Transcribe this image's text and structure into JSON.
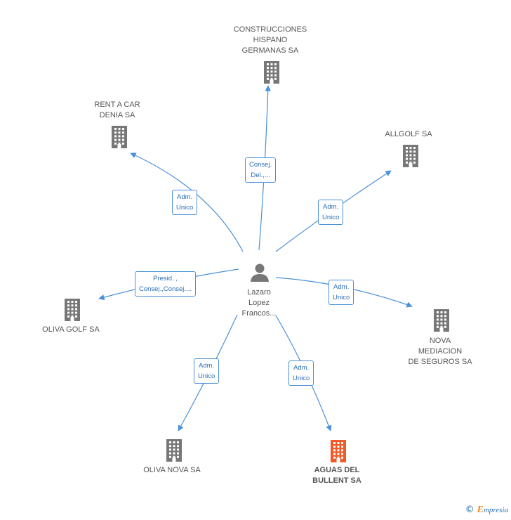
{
  "center": {
    "label": "Lazaro\nLopez\nFrancos..."
  },
  "companies": [
    {
      "key": "construcciones",
      "label": "CONSTRUCCIONES\nHISPANO\nGERMANAS SA",
      "highlight": false
    },
    {
      "key": "rent",
      "label": "RENT A CAR\nDENIA SA",
      "highlight": false
    },
    {
      "key": "allgolf",
      "label": "ALLGOLF SA",
      "highlight": false
    },
    {
      "key": "olivagolf",
      "label": "OLIVA GOLF SA",
      "highlight": false
    },
    {
      "key": "nova",
      "label": "NOVA\nMEDIACION\nDE SEGUROS SA",
      "highlight": false
    },
    {
      "key": "olivanova",
      "label": "OLIVA NOVA SA",
      "highlight": false
    },
    {
      "key": "aguas",
      "label": "AGUAS DEL\nBULLENT SA",
      "highlight": true
    }
  ],
  "edges": [
    {
      "target": "construcciones",
      "role": "Consej.\nDel.,..."
    },
    {
      "target": "rent",
      "role": "Adm.\nUnico"
    },
    {
      "target": "allgolf",
      "role": "Adm.\nUnico"
    },
    {
      "target": "olivagolf",
      "role": "Presid. ,\nConsej.,Consej...."
    },
    {
      "target": "nova",
      "role": "Adm.\nUnico"
    },
    {
      "target": "olivanova",
      "role": "Adm.\nUnico"
    },
    {
      "target": "aguas",
      "role": "Adm.\nUnico"
    }
  ],
  "colors": {
    "edge": "#4a90d9",
    "building": "#777777",
    "building_highlight": "#f05a28",
    "person": "#777777"
  },
  "brand": {
    "copyright": "©",
    "name": "mpresia",
    "initial": "E"
  }
}
